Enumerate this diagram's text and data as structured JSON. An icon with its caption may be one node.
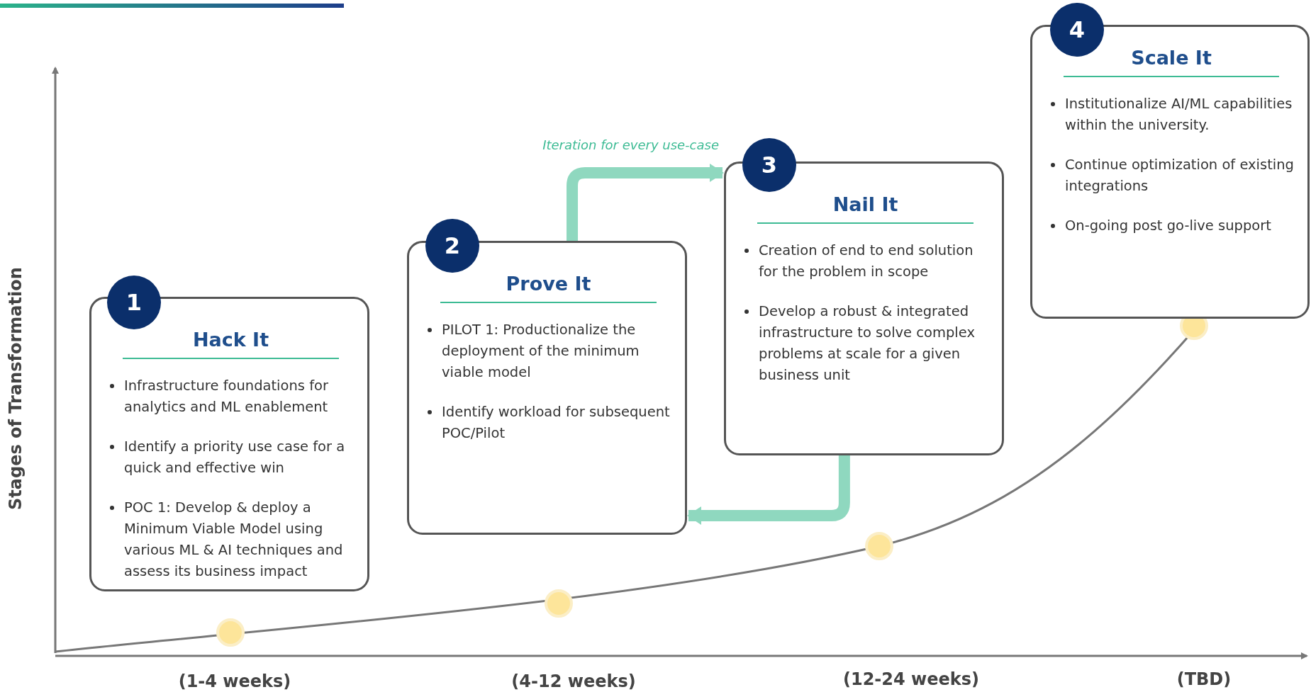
{
  "diagram": {
    "nodes": [
      {
        "text": [
          "1"
        ]
      },
      {
        "text": [
          "Hack It",
          "Infrastructure foundations for analytics and ML enablement",
          "Identify a priority use case for a quick and effective win",
          "POC 1: Develop & deploy a Minimum Viable Model using various ML & AI techniques and assess its business impact"
        ]
      },
      {
        "text": [
          "2"
        ]
      },
      {
        "text": [
          "Prove It",
          "PILOT 1: Productionalize the deployment of the minimum viable  model",
          "Identify workload for subsequent POC/Pilot"
        ]
      },
      {
        "text": [
          "3"
        ]
      },
      {
        "text": [
          "Nail It",
          "Creation of end to end solution for the problem in scope",
          "Develop a robust & integrated infrastructure to solve complex problems at scale for a given business unit"
        ]
      },
      {
        "text": [
          "4"
        ]
      },
      {
        "text": [
          "Scale It",
          "Institutionalize AI/ML capabilities within the university.",
          "Continue optimization of existing integrations",
          "On-going post go-live support"
        ]
      }
    ],
    "edges": [
      {
        "from": 3,
        "to": 5,
        "arrow": "to",
        "label": "Iteration for every use-case"
      },
      {
        "from": 5,
        "to": 3,
        "arrow": "to"
      }
    ],
    "labels": [
      "Stages of Transformation",
      "(1-4 weeks)",
      "(4-12 weeks)",
      "(12-24 weeks)",
      "(TBD)"
    ]
  }
}
